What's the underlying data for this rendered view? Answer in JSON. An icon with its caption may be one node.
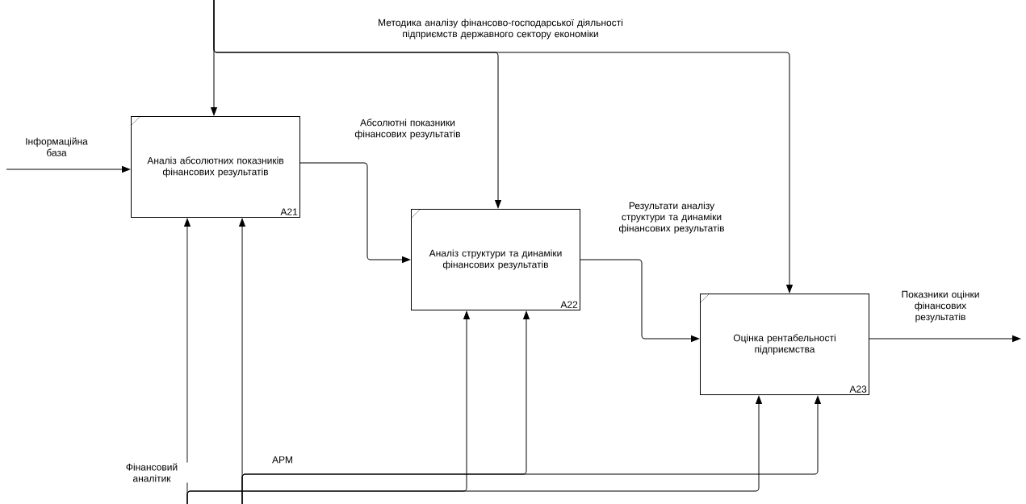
{
  "diagram": {
    "nodes": [
      {
        "text": [
          "Аналіз абсолютних показників фінансових результатів",
          "A21"
        ]
      },
      {
        "text": [
          "Аналіз структури та динаміки фінансових результатів",
          "A22"
        ]
      },
      {
        "text": [
          "Оцінка рентабельності підприємства",
          "A23"
        ]
      }
    ],
    "edges": [
      {
        "from": null,
        "to": 0,
        "arrow": "to",
        "label": "Інформаційна база"
      },
      {
        "from": null,
        "to": 0,
        "arrow": "to"
      },
      {
        "from": null,
        "to": 1,
        "arrow": "to",
        "label": "Методика аналізу фінансово-господарської діяльності підприємств державного сектору економіки"
      },
      {
        "from": null,
        "to": 2,
        "arrow": "to"
      },
      {
        "from": 0,
        "to": 1,
        "arrow": "to",
        "label": "Абсолютні показники фінансових результатів"
      },
      {
        "from": 1,
        "to": 2,
        "arrow": "to",
        "label": "Результати аналізу структури та динаміки фінансових результатів"
      },
      {
        "from": 2,
        "to": null,
        "arrow": "to",
        "label": "Показники оцінки фінансових результатів"
      },
      {
        "from": null,
        "to": 0,
        "arrow": "to",
        "label": "Фінансовий аналітик"
      },
      {
        "from": null,
        "to": 1,
        "arrow": "to"
      },
      {
        "from": null,
        "to": 2,
        "arrow": "to"
      },
      {
        "from": null,
        "to": 0,
        "arrow": "to",
        "label": "АРМ"
      },
      {
        "from": null,
        "to": 1,
        "arrow": "to"
      },
      {
        "from": null,
        "to": 2,
        "arrow": "to"
      }
    ]
  }
}
